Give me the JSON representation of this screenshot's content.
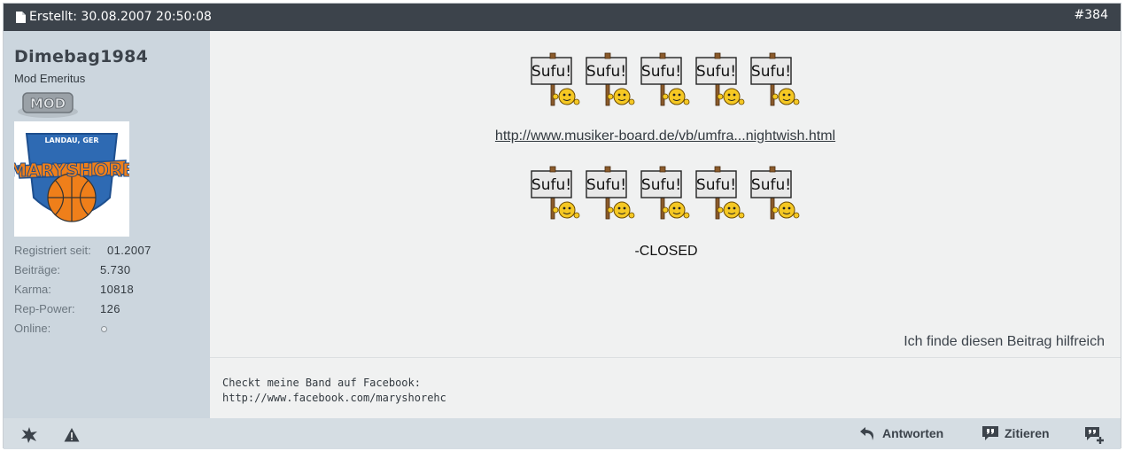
{
  "header": {
    "date_label": "Erstellt: 30.08.2007 20:50:08",
    "post_number": "#384"
  },
  "user": {
    "name": "Dimebag1984",
    "title": "Mod Emeritus",
    "badge_text": "MOD",
    "avatar_text_top": "LANDAU, GER",
    "avatar_text_main": "MARYSHORE",
    "stats": [
      {
        "label": "Registriert seit:",
        "value": "01.2007"
      },
      {
        "label": "Beiträge:",
        "value": "5.730"
      },
      {
        "label": "Karma:",
        "value": "10818"
      },
      {
        "label": "Rep-Power:",
        "value": "126"
      },
      {
        "label": "Online:",
        "value": ""
      }
    ]
  },
  "post": {
    "sign_text": "Sufu!",
    "link_text": "http://www.musiker-board.de/vb/umfra...nightwish.html",
    "closed_text": "-CLOSED",
    "helpful_text": "Ich finde diesen Beitrag hilfreich"
  },
  "signature": {
    "line1": "Checkt meine Band auf Facebook:",
    "line2": "http://www.facebook.com/maryshorehc"
  },
  "footer": {
    "reply_label": "Antworten",
    "quote_label": "Zitieren"
  },
  "colors": {
    "header_bg": "#3c434b",
    "sidebar_bg": "#ccd6de",
    "content_bg": "#f0f1f1",
    "footer_bg": "#d5dde3"
  }
}
